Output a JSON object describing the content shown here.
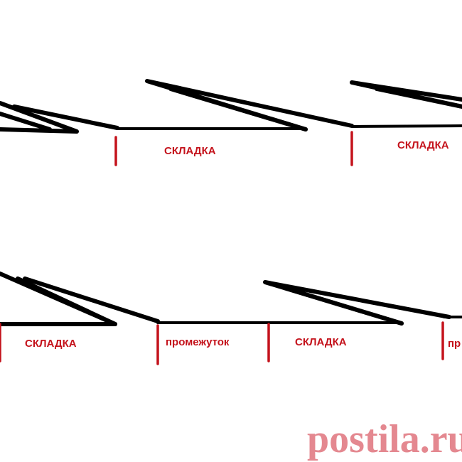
{
  "labels": {
    "fold": "СКЛАДКА",
    "gap": "промежуток",
    "gap_cut": "пр"
  },
  "watermark": "postila.ru",
  "colors": {
    "lines": "#000000",
    "labels": "#c4121b",
    "watermark": "#e0747d"
  }
}
